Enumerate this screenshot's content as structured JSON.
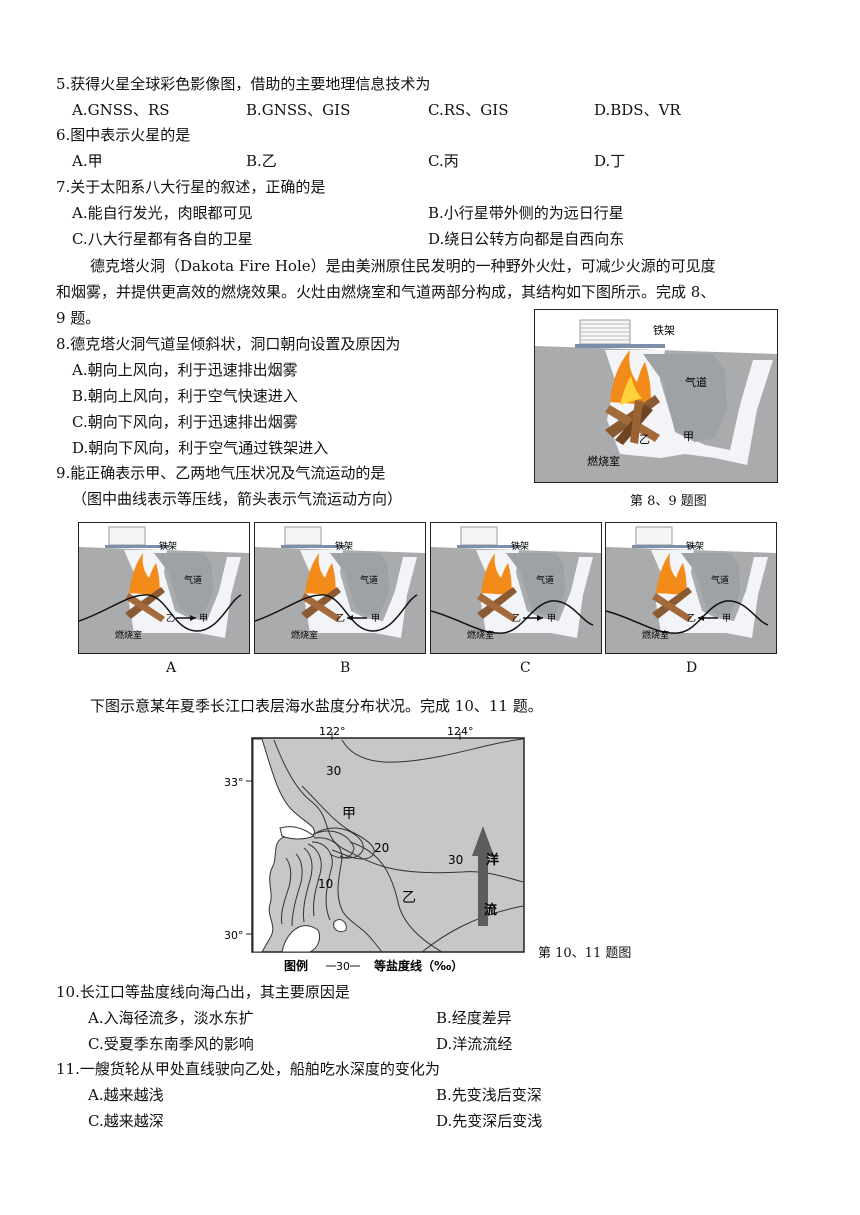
{
  "q5": {
    "stem": "5.获得火星全球彩色影像图，借助的主要地理信息技术为",
    "options": [
      "A.GNSS、RS",
      "B.GNSS、GIS",
      "C.RS、GIS",
      "D.BDS、VR"
    ]
  },
  "q6": {
    "stem": "6.图中表示火星的是",
    "options": [
      "A.甲",
      "B.乙",
      "C.丙",
      "D.丁"
    ]
  },
  "q7": {
    "stem": "7.关于太阳系八大行星的叙述，正确的是",
    "options": [
      "A.能自行发光，肉眼都可见",
      "B.小行星带外侧的为远日行星",
      "C.八大行星都有各自的卫星",
      "D.绕日公转方向都是自西向东"
    ]
  },
  "intro89": {
    "line1": "德克塔火洞（Dakota Fire Hole）是由美洲原住民发明的一种野外火灶，可减少火源的可见度",
    "line2": "和烟雾，并提供更高效的燃烧效果。火灶由燃烧室和气道两部分构成，其结构如下图所示。完成 8、",
    "line3": "9 题。"
  },
  "q8": {
    "stem": "8.德克塔火洞气道呈倾斜状，洞口朝向设置及原因为",
    "options": [
      "A.朝向上风向，利于迅速排出烟雾",
      "B.朝向上风向，利于空气快速进入",
      "C.朝向下风向，利于迅速排出烟雾",
      "D.朝向下风向，利于空气通过铁架进入"
    ]
  },
  "q9": {
    "stem": "9.能正确表示甲、乙两地气压状况及气流运动的是",
    "note": "（图中曲线表示等压线，箭头表示气流运动方向）"
  },
  "fig89": {
    "caption": "第 8、9 题图",
    "rack": "铁架",
    "airway": "气道",
    "chamber": "燃烧室",
    "jia": "甲",
    "yi": "乙"
  },
  "choiceFigs": {
    "labels": [
      "A",
      "B",
      "C",
      "D"
    ]
  },
  "intro1011": "下图示意某年夏季长江口表层海水盐度分布状况。完成 10、11 题。",
  "fig1011": {
    "caption": "第 10、11 题图",
    "lon1": "122°",
    "lon2": "124°",
    "lat1": "33°",
    "lat2": "30°",
    "iso30a": "30",
    "iso20": "20",
    "iso10": "10",
    "iso30b": "30",
    "jia": "甲",
    "yi": "乙",
    "current1": "洋",
    "current2": "流",
    "legend_label": "图例",
    "legend_value": "30",
    "legend_text": "等盐度线（‰）"
  },
  "q10": {
    "stem": "10.长江口等盐度线向海凸出，其主要原因是",
    "options": [
      "A.入海径流多，淡水东扩",
      "B.经度差异",
      "C.受夏季东南季风的影响",
      "D.洋流流经"
    ]
  },
  "q11": {
    "stem": "11.一艘货轮从甲处直线驶向乙处，船舶吃水深度的变化为",
    "options": [
      "A.越来越浅",
      "B.先变浅后变深",
      "C.越来越深",
      "D.先变深后变浅"
    ]
  }
}
